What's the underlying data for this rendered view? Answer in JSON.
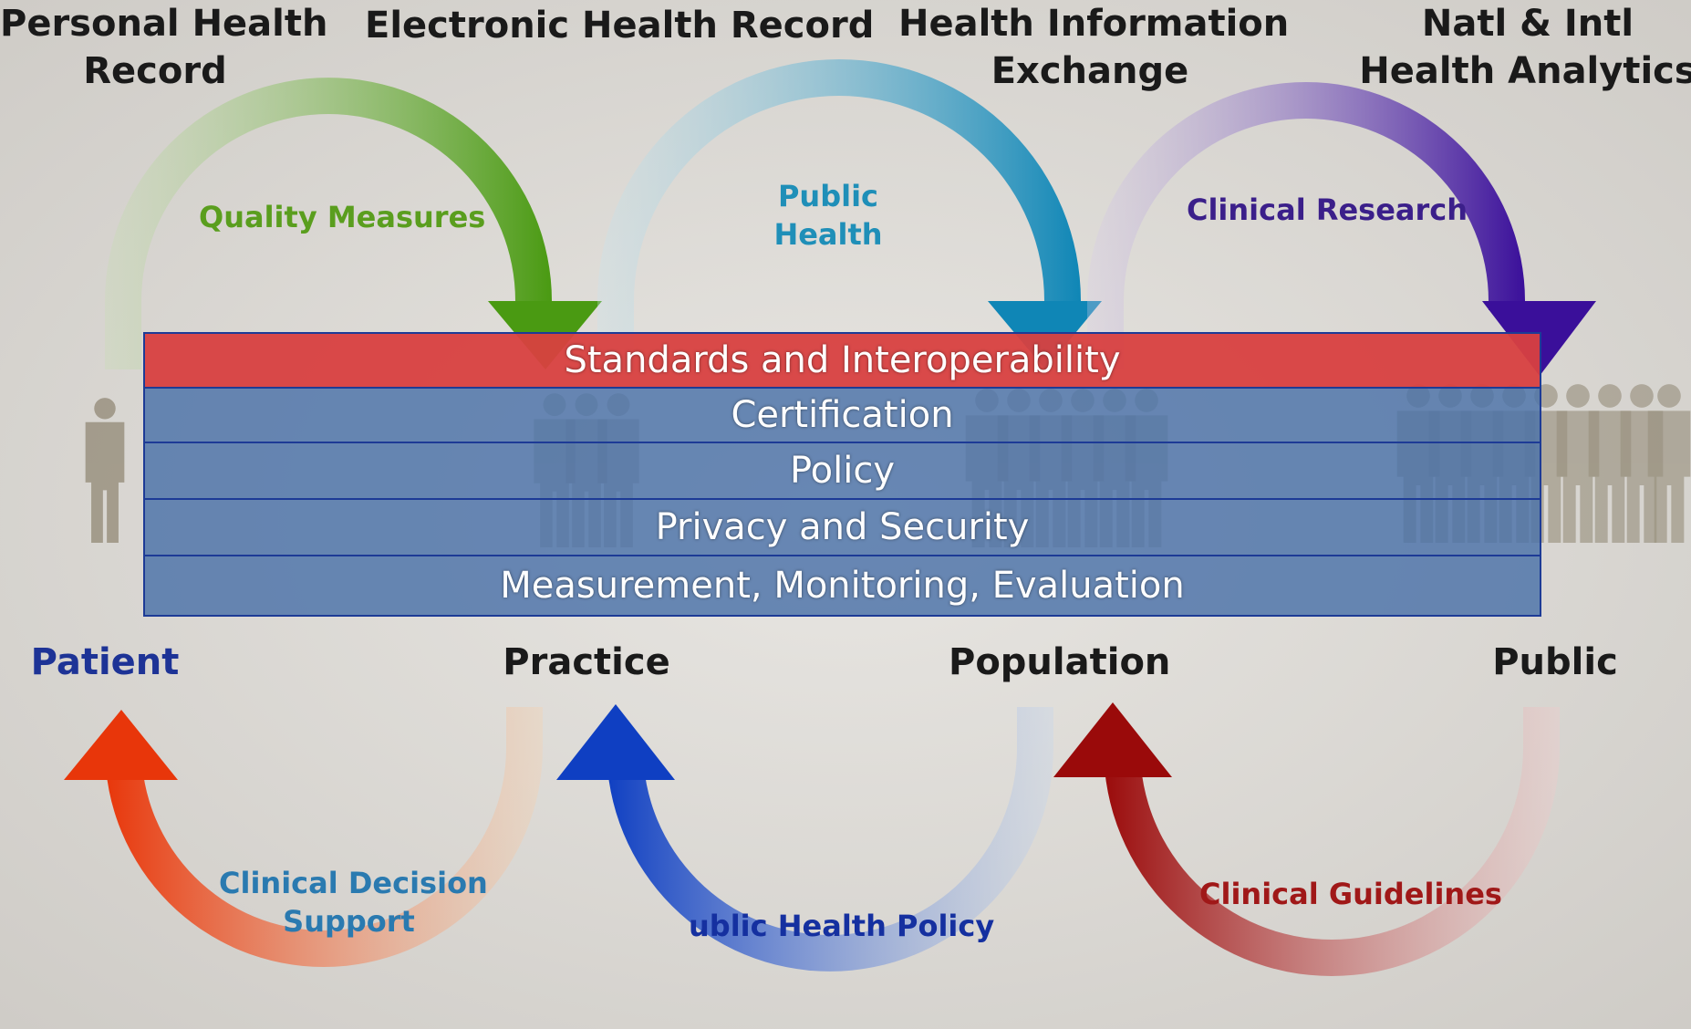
{
  "top_labels": {
    "phr": [
      "Personal Health",
      "Record"
    ],
    "ehr": [
      "Electronic Health Record"
    ],
    "hie": [
      "Health Information",
      "Exchange"
    ],
    "analytics": [
      "Natl & Intl",
      "Health Analytics"
    ]
  },
  "upper_arcs": {
    "quality": [
      "Quality Measures"
    ],
    "public_health": [
      "Public",
      "Health"
    ],
    "research": [
      "Clinical Research"
    ]
  },
  "bands": [
    "Standards and Interoperability",
    "Certification",
    "Policy",
    "Privacy and Security",
    "Measurement, Monitoring, Evaluation"
  ],
  "actors": {
    "patient": "Patient",
    "practice": "Practice",
    "population": "Population",
    "public": "Public"
  },
  "lower_arcs": {
    "cds": [
      "Clinical Decision",
      "Support"
    ],
    "policy": [
      "ublic Health Policy"
    ],
    "guidelines": [
      "Clinical Guidelines"
    ]
  },
  "colors": {
    "quality": "#5a9e1e",
    "public_health": "#1f8fb8",
    "research": "#3b1f8a",
    "cds": "#2a7ab0",
    "policy": "#1530a0",
    "guidelines": "#a01818",
    "patient": "#1d3396",
    "standards_band": "#d84040",
    "blue_band": "#4a72a8"
  }
}
